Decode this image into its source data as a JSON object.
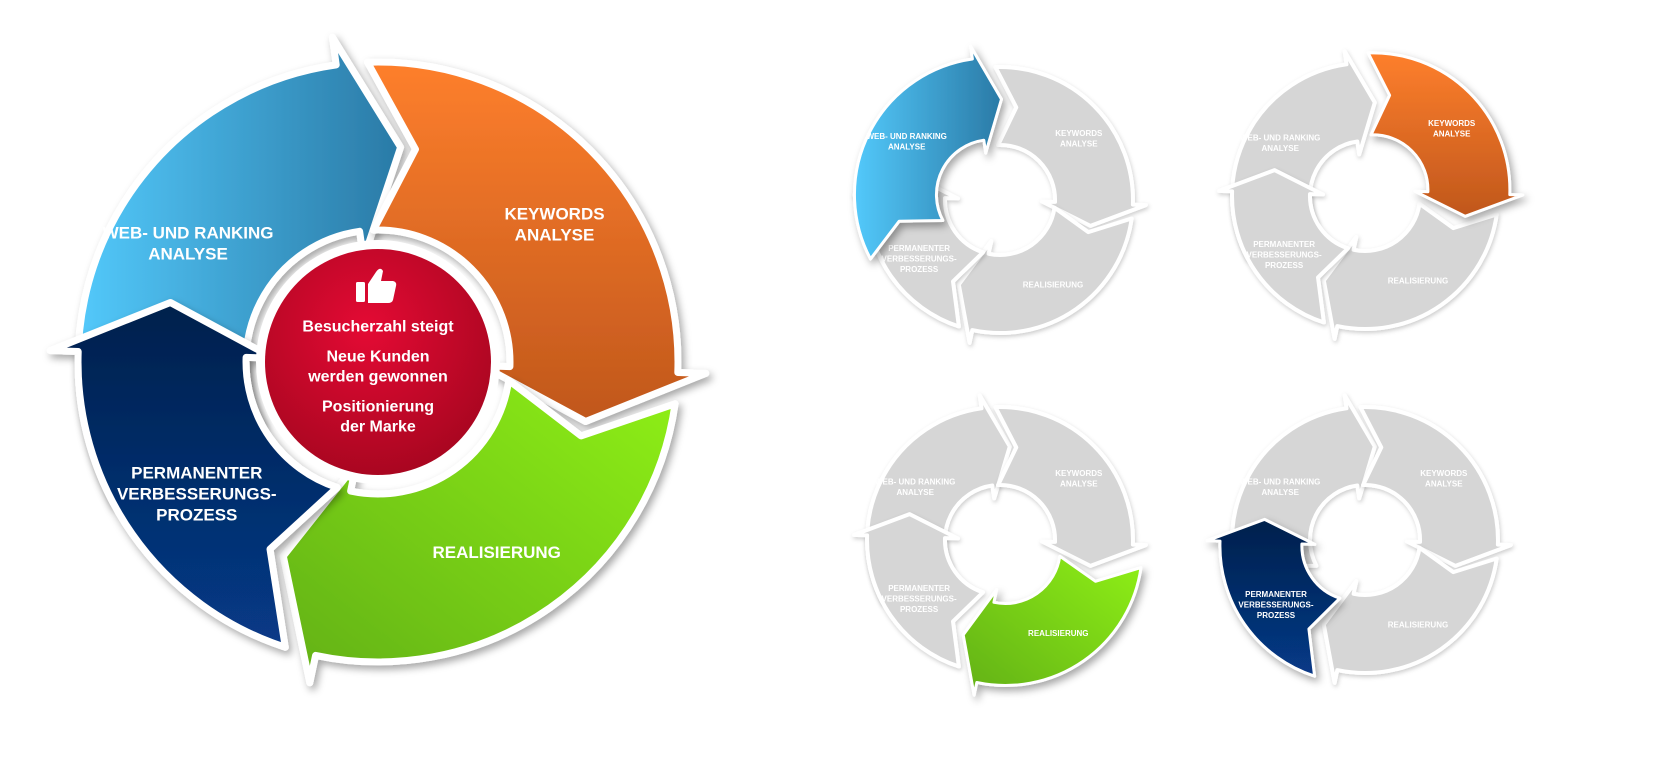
{
  "main_cycle": {
    "segments": [
      {
        "id": "web",
        "lines": [
          "WEB- UND RANKING",
          "ANALYSE"
        ]
      },
      {
        "id": "kw",
        "lines": [
          "KEYWORDS",
          "ANALYSE"
        ]
      },
      {
        "id": "real",
        "lines": [
          "REALISIERUNG"
        ]
      },
      {
        "id": "perm",
        "lines": [
          "PERMANENTER",
          "VERBESSERUNGS-",
          "PROZESS"
        ]
      }
    ],
    "center": {
      "icon": "thumbs-up-icon",
      "items": [
        {
          "lines": [
            "Besucherzahl steigt"
          ]
        },
        {
          "lines": [
            "Neue Kunden",
            "werden gewonnen"
          ]
        },
        {
          "lines": [
            "Positionierung",
            "der Marke"
          ]
        }
      ]
    }
  },
  "mini_cycles": [
    {
      "highlight": "web"
    },
    {
      "highlight": "kw"
    },
    {
      "highlight": "real"
    },
    {
      "highlight": "perm"
    }
  ],
  "colors": {
    "web": [
      "#53c9fb",
      "#2a7aa6"
    ],
    "kw": [
      "#fe7f2c",
      "#c0571c"
    ],
    "real": [
      "#62b013",
      "#8ff012"
    ],
    "perm": [
      "#03204c",
      "#073a88"
    ],
    "inactive": "#d6d6d6",
    "inactive_text": "#ffffff",
    "center": [
      "#e40a34",
      "#a5061f"
    ]
  }
}
